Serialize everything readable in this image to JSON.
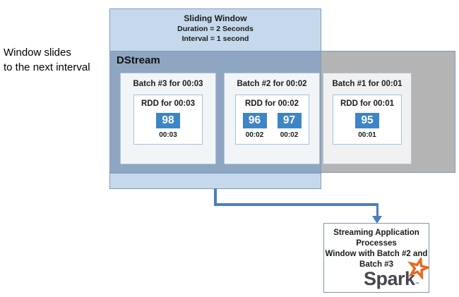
{
  "note": {
    "line1": "Window slides",
    "line2": "to the next interval"
  },
  "sliding_window": {
    "title": "Sliding Window",
    "duration": "Duration = 2 Seconds",
    "interval": "Interval = 1 second"
  },
  "dstream": {
    "label": "DStream"
  },
  "batches": [
    {
      "title": "Batch #3 for 00:03",
      "rdd_title": "RDD for 00:03",
      "in_window": true,
      "items": [
        {
          "value": "98",
          "time": "00:03"
        }
      ]
    },
    {
      "title": "Batch #2 for 00:02",
      "rdd_title": "RDD for 00:02",
      "in_window": true,
      "items": [
        {
          "value": "96",
          "time": "00:02"
        },
        {
          "value": "97",
          "time": "00:02"
        }
      ]
    },
    {
      "title": "Batch #1 for 00:01",
      "rdd_title": "RDD for 00:01",
      "in_window": false,
      "items": [
        {
          "value": "95",
          "time": "00:01"
        }
      ]
    }
  ],
  "processor": {
    "lines": [
      "Streaming Application",
      "Processes",
      "Window with Batch #2 and",
      "Batch #3"
    ],
    "logo_text": "Spark",
    "logo_tm": "™"
  },
  "colors": {
    "window_fill": "#c6d9ec",
    "window_band_fill": "#8fa6c2",
    "outside_band_fill": "#b4b4b4",
    "rdd_value_fill": "#3d85c6",
    "arrow": "#4a7ebc",
    "spark_orange": "#e8681c",
    "spark_gray": "#4a4550"
  }
}
